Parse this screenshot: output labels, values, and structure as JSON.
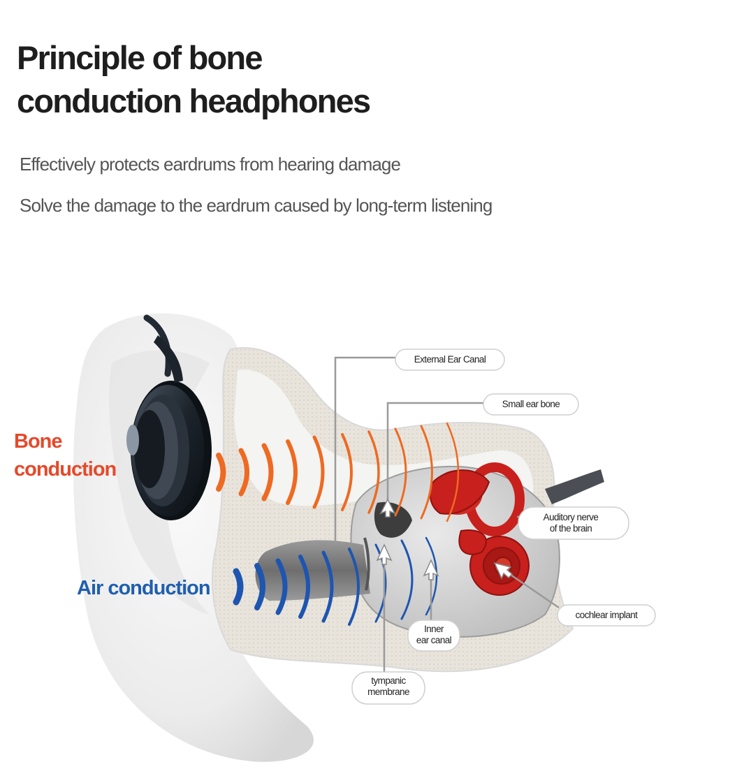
{
  "header": {
    "title_line1": "Principle of bone",
    "title_line2": "conduction headphones",
    "subtitle1": "Effectively protects eardrums from hearing damage",
    "subtitle2": "Solve the damage to the eardrum caused by long-term listening"
  },
  "diagram": {
    "bone_label_line1": "Bone",
    "bone_label_line2": "conduction",
    "air_label": "Air conduction",
    "callouts": {
      "external_ear_canal": "External Ear Canal",
      "small_ear_bone": "Small ear bone",
      "auditory_nerve_line1": "Auditory nerve",
      "auditory_nerve_line2": "of the brain",
      "cochlear_implant": "cochlear implant",
      "inner_ear_canal_line1": "Inner",
      "inner_ear_canal_line2": "ear canal",
      "tympanic_line1": "tympanic",
      "tympanic_line2": "membrane"
    },
    "colors": {
      "bone_conduction": "#e5492a",
      "air_conduction": "#1f5fae",
      "bone_wave": "#ee6a22",
      "air_wave": "#1e55b0",
      "cochlea": "#c8201c"
    }
  }
}
